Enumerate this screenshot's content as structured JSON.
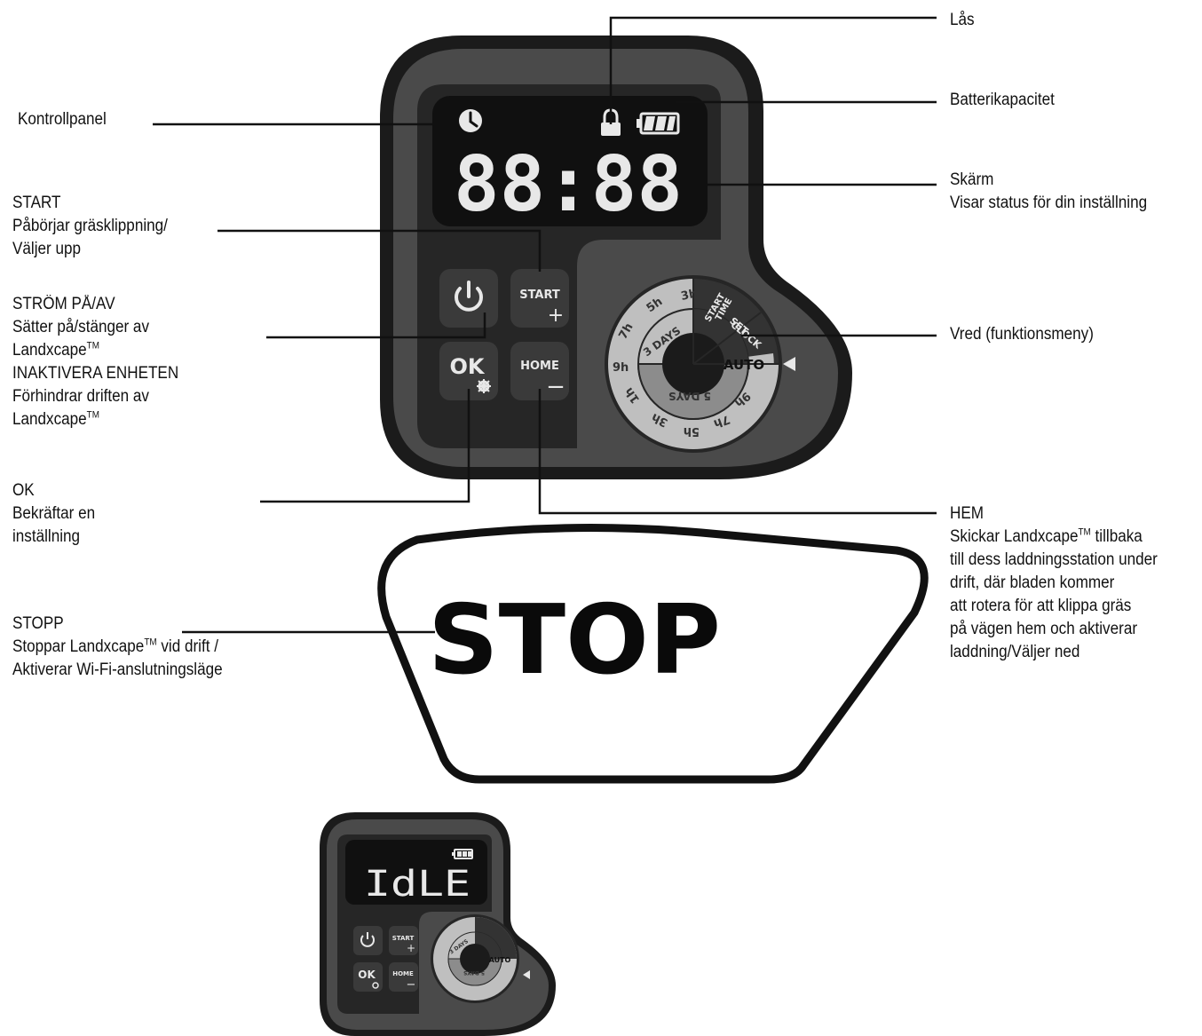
{
  "labels": {
    "las": {
      "line1": "Lås"
    },
    "battery": {
      "line1": "Batterikapacitet"
    },
    "panel": {
      "line1": "Kontrollpanel"
    },
    "screen": {
      "line1": "Skärm",
      "line2": "Visar status för din inställning"
    },
    "start": {
      "line1": "START",
      "line2": "Påbörjar gräsklippning/",
      "line3": "Väljer upp"
    },
    "power": {
      "line1": "STRÖM PÅ/AV",
      "line2": "Sätter på/stänger av",
      "line3": "Landxcape",
      "line4": "INAKTIVERA ENHETEN",
      "line5": "Förhindrar driften av",
      "line6": "Landxcape"
    },
    "dial": {
      "line1": "Vred (funktionsmeny)"
    },
    "ok": {
      "line1": "OK",
      "line2": "Bekräftar en",
      "line3": "inställning"
    },
    "home": {
      "line1": "HEM",
      "line2a": "Skickar Landxcape",
      "line2b": " tillbaka",
      "line3": "till dess laddningsstation under",
      "line4": "drift, där bladen kommer",
      "line5": "att rotera för att klippa gräs",
      "line6": "på vägen hem och aktiverar",
      "line7": "laddning/Väljer ned"
    },
    "stop": {
      "line1": "STOPP",
      "line2a": "Stoppar Landxcape",
      "line2b": " vid drift /",
      "line3": "Aktiverar Wi-Fi-anslutningsläge"
    },
    "tm": "TM"
  },
  "device": {
    "display_main": "88:88",
    "display_small": "IdLE",
    "btn_start": "START",
    "btn_plus": "+",
    "btn_ok": "OK",
    "btn_home": "HOME",
    "btn_minus": "−",
    "dial_auto": "AUTO",
    "dial_set": "SET",
    "dial_clock": "CLOCK",
    "dial_start": "START",
    "dial_time": "TIME",
    "dial_3days": "3 DAYS",
    "dial_5days": "5 DAYS",
    "dial_outer_upper": [
      "3h",
      "5h",
      "7h",
      "9h"
    ],
    "dial_outer_lower": [
      "9h",
      "7h",
      "5h",
      "3h",
      "1h"
    ]
  },
  "stop_button": {
    "text": "STOP"
  },
  "colors": {
    "body_outer": "#1b1b1b",
    "body": "#4a4a4a",
    "dark_panel": "#262626",
    "screen": "#111111",
    "button": "#303030",
    "dial_light": "#bfbfbf",
    "dial_mid": "#8c8c8c",
    "dial_dark": "#333333"
  }
}
